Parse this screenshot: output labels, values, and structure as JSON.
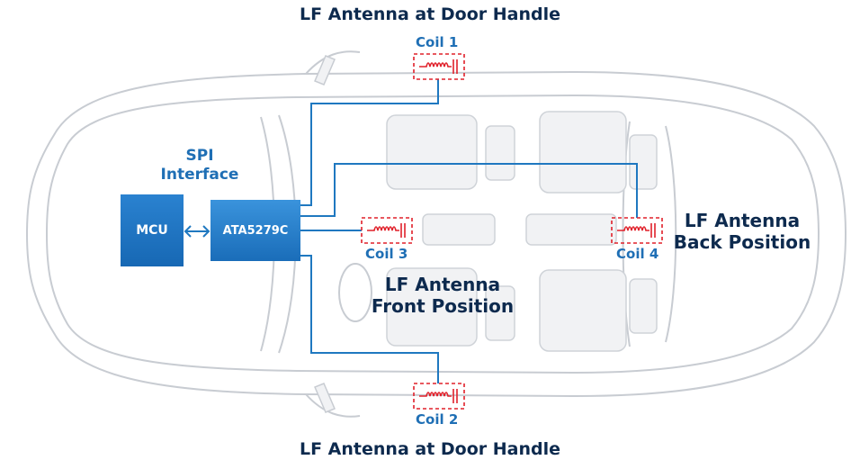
{
  "titles": {
    "top": "LF Antenna at Door Handle",
    "bottom": "LF Antenna at Door Handle"
  },
  "blocks": {
    "mcu": "MCU",
    "driver": "ATA5279C",
    "interface_label": [
      "SPI",
      "Interface"
    ]
  },
  "coils": {
    "coil1": "Coil 1",
    "coil2": "Coil 2",
    "coil3": "Coil 3",
    "coil4": "Coil 4"
  },
  "positions": {
    "front": [
      "LF Antenna",
      "Front Position"
    ],
    "back": [
      "LF Antenna",
      "Back Position"
    ]
  },
  "colors": {
    "wire": "#1f78c0",
    "coil": "#e0202a",
    "chip": "#1a6db9",
    "title": "#0d2a4e",
    "car_outline": "#c8ccd2"
  }
}
